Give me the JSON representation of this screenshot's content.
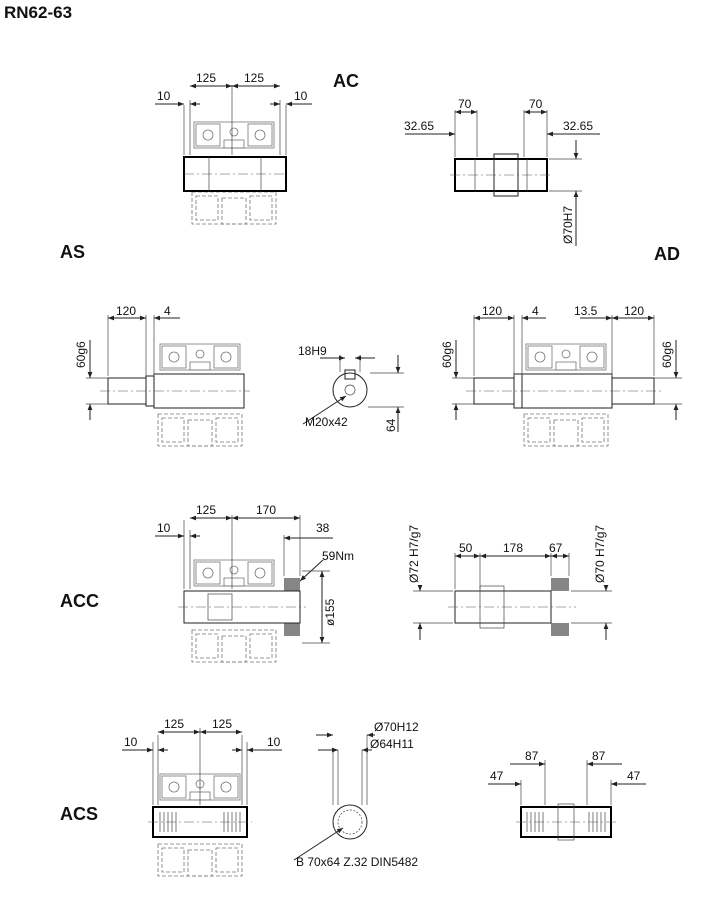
{
  "title": "RN62-63",
  "sections": {
    "ac": {
      "label": "AC",
      "dims": [
        "10",
        "125",
        "125",
        "10"
      ]
    },
    "ac_shaft": {
      "dims": [
        "70",
        "70",
        "32.65",
        "32.65",
        "Ø70H7"
      ]
    },
    "as": {
      "label": "AS",
      "dims": [
        "120",
        "4",
        "60g6"
      ]
    },
    "as_section": {
      "dims": [
        "18H9",
        "M20x42",
        "64"
      ]
    },
    "ad": {
      "label": "AD",
      "dims": [
        "120",
        "4",
        "13.5",
        "120",
        "60g6",
        "60g6"
      ]
    },
    "acc": {
      "label": "ACC",
      "dims": [
        "10",
        "125",
        "170",
        "38",
        "59Nm",
        "ø155"
      ]
    },
    "acc_shaft": {
      "dims": [
        "Ø72 H7/g7",
        "50",
        "178",
        "67",
        "Ø70 H7/g7"
      ]
    },
    "acs": {
      "label": "ACS",
      "dims": [
        "10",
        "125",
        "125",
        "10"
      ]
    },
    "acs_section": {
      "dims": [
        "Ø70H12",
        "Ø64H11",
        "B 70x64 Z.32 DIN5482"
      ]
    },
    "acs_shaft": {
      "dims": [
        "87",
        "87",
        "47",
        "47"
      ]
    }
  }
}
